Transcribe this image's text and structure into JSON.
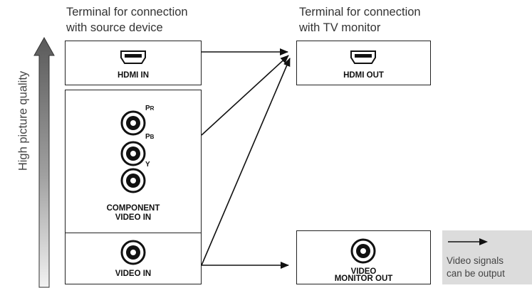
{
  "headers": {
    "source": [
      "Terminal for connection",
      "with source device"
    ],
    "tv": [
      "Terminal for connection",
      "with TV monitor"
    ]
  },
  "axis_label": "High picture quality",
  "inputs": {
    "hdmi_in": "HDMI IN",
    "component": {
      "label": [
        "COMPONENT",
        "VIDEO IN"
      ],
      "jacks": [
        "PR",
        "PB",
        "Y"
      ]
    },
    "video_in": "VIDEO IN"
  },
  "outputs": {
    "hdmi_out": "HDMI OUT",
    "video_monitor_out": [
      "VIDEO",
      "MONITOR OUT"
    ]
  },
  "legend": {
    "text": [
      "Video signals",
      "can be output"
    ]
  },
  "connections": [
    {
      "from": "HDMI IN",
      "to": "HDMI OUT"
    },
    {
      "from": "COMPONENT VIDEO IN",
      "to": "HDMI OUT"
    },
    {
      "from": "VIDEO IN",
      "to": "HDMI OUT"
    },
    {
      "from": "VIDEO IN",
      "to": "VIDEO MONITOR OUT"
    }
  ],
  "colors": {
    "arrow_top": "#5a5a5a",
    "arrow_bottom": "#f2f2f2",
    "legend_bg": "#dcdcdc"
  }
}
